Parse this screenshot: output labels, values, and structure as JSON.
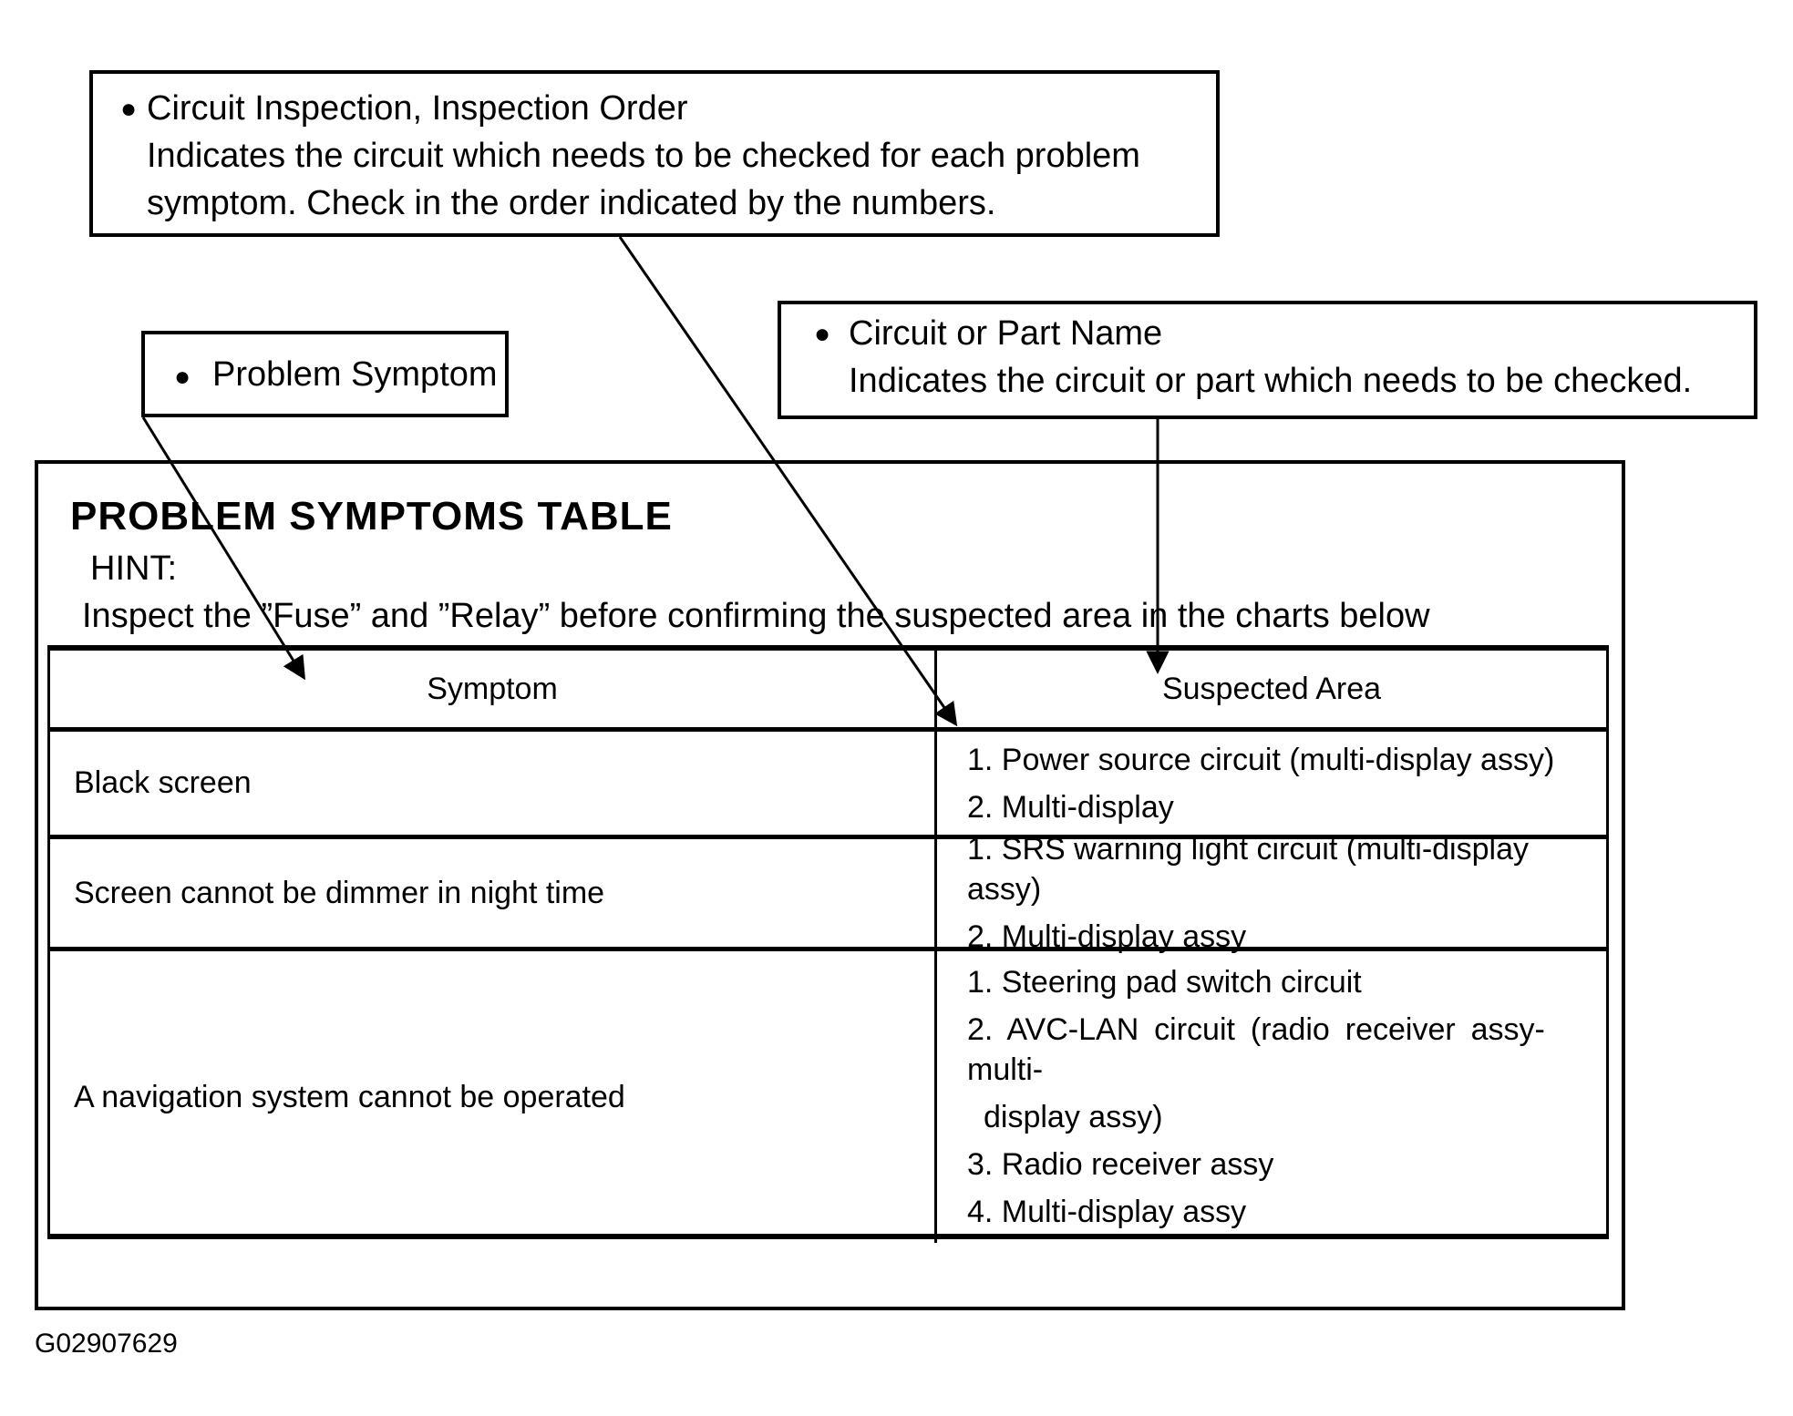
{
  "colors": {
    "ink": "#000000",
    "paper": "#ffffff"
  },
  "callouts": {
    "inspection_order": {
      "bullet": "●",
      "title": "Circuit Inspection, Inspection Order",
      "desc_line1": "Indicates the circuit which needs to be checked for each problem",
      "desc_line2": "symptom. Check in the order indicated by the numbers."
    },
    "problem_symptom": {
      "bullet": "●",
      "label": "Problem Symptom"
    },
    "circuit_or_part": {
      "bullet": "●",
      "title": "Circuit or Part Name",
      "desc": "Indicates the circuit or part which needs to be checked."
    }
  },
  "panel": {
    "title": "PROBLEM SYMPTOMS TABLE",
    "hint_label": "HINT:",
    "hint_text": "Inspect the ”Fuse” and ”Relay” before confirming the suspected area in the charts below"
  },
  "table": {
    "col_headers": [
      "Symptom",
      "Suspected Area"
    ],
    "rows": [
      {
        "symptom": "Black screen",
        "suspected": [
          "1. Power source circuit (multi-display assy)",
          "2. Multi-display"
        ]
      },
      {
        "symptom": "Screen cannot be dimmer in night time",
        "suspected": [
          "1. SRS warning light circuit (multi-display assy)",
          "2. Multi-display assy"
        ]
      },
      {
        "symptom": "A navigation system cannot be operated",
        "suspected": [
          "1. Steering pad switch circuit",
          "2. AVC-LAN circuit (radio receiver assy-multi-",
          "display assy)",
          "3. Radio receiver assy",
          "4. Multi-display assy"
        ]
      }
    ]
  },
  "figure_id": "G02907629"
}
